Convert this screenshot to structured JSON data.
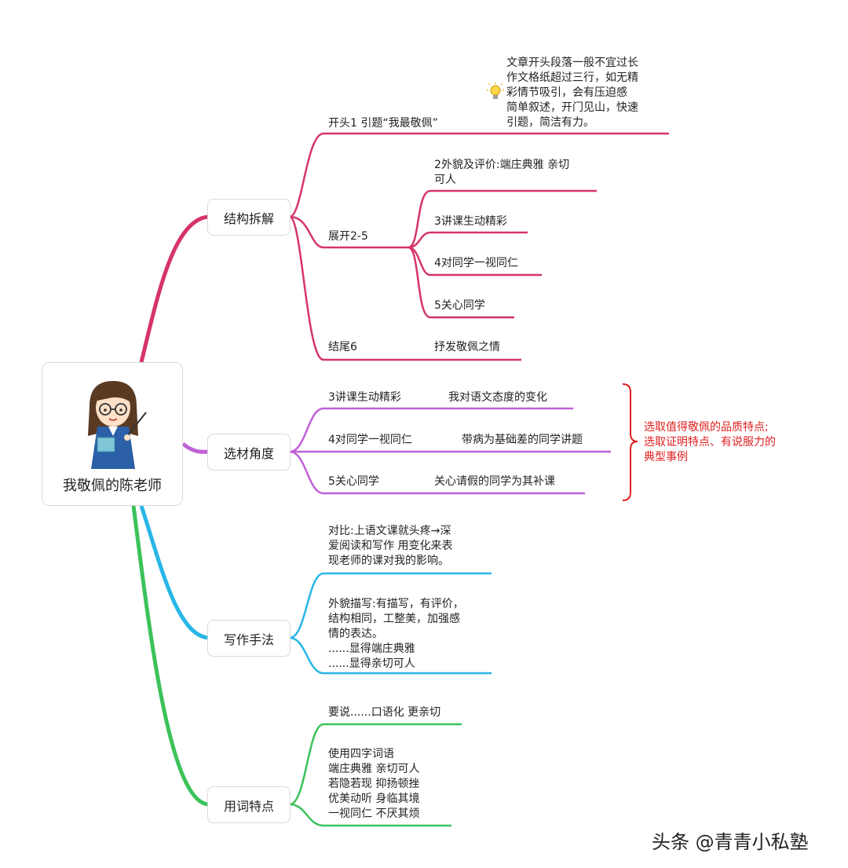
{
  "central": {
    "title": "我敬佩的陈老师"
  },
  "branches": [
    {
      "label": "结构拆解",
      "color": "#d6336c",
      "children": [
        {
          "text": "开头1 引题“我最敬佩”",
          "note": "文章开头段落一般不宜过长\n作文格纸超过三行，如无精\n彩情节吸引，会有压迫感\n简单叙述，开门见山，快速\n引题，简洁有力。"
        },
        {
          "text": "展开2-5",
          "children": [
            "2外貌及评价:端庄典雅 亲切\n可人",
            "3讲课生动精彩",
            "4对同学一视同仁",
            "5关心同学"
          ]
        },
        {
          "text": "结尾6",
          "children": [
            "抒发敬佩之情"
          ]
        }
      ]
    },
    {
      "label": "选材角度",
      "color": "#c061d6",
      "children": [
        {
          "text": "3讲课生动精彩",
          "detail": "我对语文态度的变化"
        },
        {
          "text": "4对同学一视同仁",
          "detail": "带病为基础差的同学讲题"
        },
        {
          "text": "5关心同学",
          "detail": "关心请假的同学为其补课"
        }
      ],
      "summary": "选取值得敬佩的品质特点;\n选取证明特点、有说服力的\n典型事例",
      "summary_color": "#e02020"
    },
    {
      "label": "写作手法",
      "color": "#29b6e6",
      "children": [
        {
          "text": "对比:上语文课就头疼→深\n爱阅读和写作 用变化来表\n现老师的课对我的影响。"
        },
        {
          "text": "外貌描写:有描写，有评价，\n结构相同，工整美，加强感\n情的表达。\n......显得端庄典雅\n......显得亲切可人"
        }
      ]
    },
    {
      "label": "用词特点",
      "color": "#3cc25a",
      "children": [
        {
          "text": "要说......口语化 更亲切"
        },
        {
          "text": "使用四字词语\n端庄典雅 亲切可人\n若隐若现 抑扬顿挫\n优美动听 身临其境\n一视同仁 不厌其烦"
        }
      ]
    }
  ],
  "icons": {
    "note": "lightbulb-icon"
  },
  "watermark": "头条 @青青小私塾"
}
